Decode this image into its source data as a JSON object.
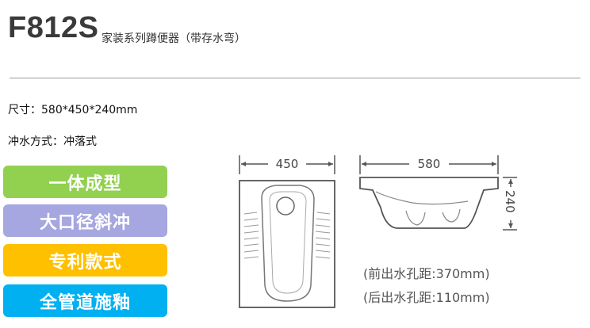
{
  "header": {
    "model": "F812S",
    "subtitle": "家装系列蹲便器（带存水弯）"
  },
  "specs": [
    "尺寸：580*450*240mm",
    "冲水方式：冲落式"
  ],
  "badges": [
    {
      "label": "一体成型",
      "color": "#92d050"
    },
    {
      "label": "大口径斜冲",
      "color": "#a6a6e0"
    },
    {
      "label": "专利款式",
      "color": "#ffc000"
    },
    {
      "label": "全管道施釉",
      "color": "#00b0f0"
    }
  ],
  "drawing": {
    "width_top": "450",
    "length_side": "580",
    "height_side": "240",
    "notes": [
      "(前出水孔距:370mm)",
      "(后出水孔距:110mm)"
    ]
  }
}
